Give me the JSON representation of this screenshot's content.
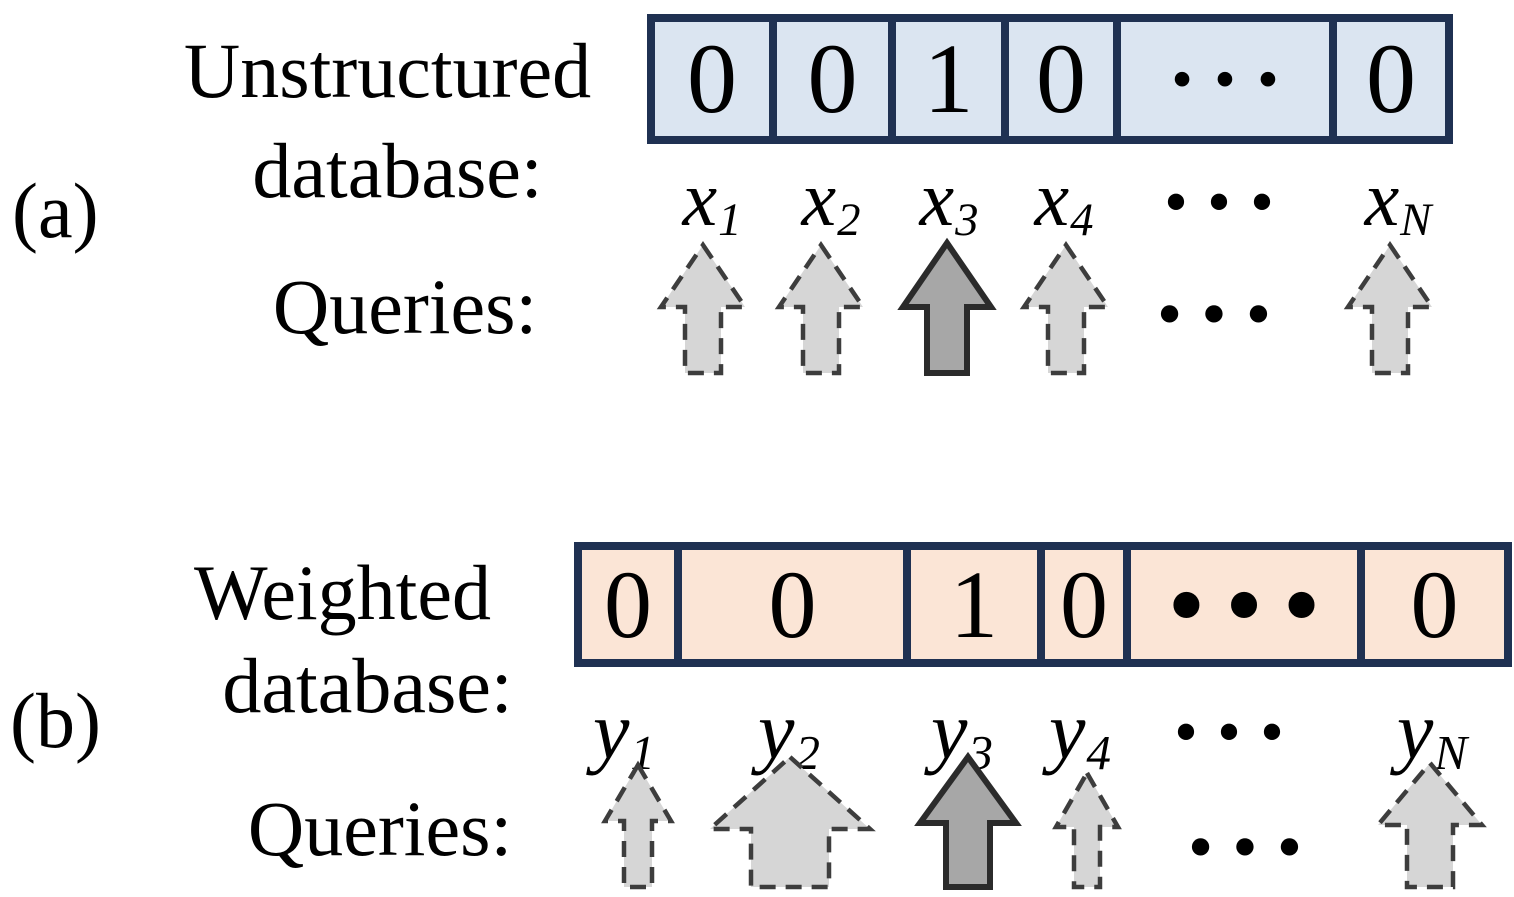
{
  "colors": {
    "cell_blue": "#dbe5f1",
    "cell_peach": "#fbe5d6",
    "border_navy": "#1f3152",
    "arrow_light": "#d6d6d6",
    "arrow_dark": "#a7a7a7",
    "arrow_stroke_dashed": "#3d3d3d",
    "arrow_stroke_solid": "#2b2b2b",
    "dots_color": "#000000"
  },
  "icons": {
    "dashed_up_arrow": "light-gray up arrow with dashed outline (unselected query)",
    "solid_up_arrow": "dark-gray up arrow with solid outline (marked query)",
    "ellipsis": "•••"
  },
  "panel_a": {
    "tag": "(a)",
    "title_line1": "Unstructured",
    "title_line2": "database:",
    "queries_label": "Queries:",
    "cells": [
      "0",
      "0",
      "1",
      "0",
      "•••",
      "0"
    ],
    "labels": [
      {
        "base": "x",
        "sub": "1"
      },
      {
        "base": "x",
        "sub": "2"
      },
      {
        "base": "x",
        "sub": "3"
      },
      {
        "base": "x",
        "sub": "4"
      },
      {
        "dots": "•••"
      },
      {
        "base": "x",
        "sub": "N"
      }
    ],
    "arrow_dots": "•••",
    "arrows": [
      {
        "target": "x1",
        "style": "dashed"
      },
      {
        "target": "x2",
        "style": "dashed"
      },
      {
        "target": "x3",
        "style": "solid"
      },
      {
        "target": "x4",
        "style": "dashed"
      },
      {
        "target": "xN",
        "style": "dashed"
      }
    ]
  },
  "panel_b": {
    "tag": "(b)",
    "title_line1": "Weighted",
    "title_line2": "database:",
    "queries_label": "Queries:",
    "cells": [
      "0",
      "0",
      "1",
      "0",
      "•••",
      "0"
    ],
    "labels": [
      {
        "base": "y",
        "sub": "1"
      },
      {
        "base": "y",
        "sub": "2"
      },
      {
        "base": "y",
        "sub": "3"
      },
      {
        "base": "y",
        "sub": "4"
      },
      {
        "dots": "•••"
      },
      {
        "base": "y",
        "sub": "N"
      }
    ],
    "arrow_dots": "•••",
    "arrows": [
      {
        "target": "y1",
        "style": "dashed",
        "size": "small"
      },
      {
        "target": "y2",
        "style": "dashed",
        "size": "large"
      },
      {
        "target": "y3",
        "style": "solid",
        "size": "medium"
      },
      {
        "target": "y4",
        "style": "dashed",
        "size": "small"
      },
      {
        "target": "yN",
        "style": "dashed",
        "size": "medium"
      }
    ]
  }
}
